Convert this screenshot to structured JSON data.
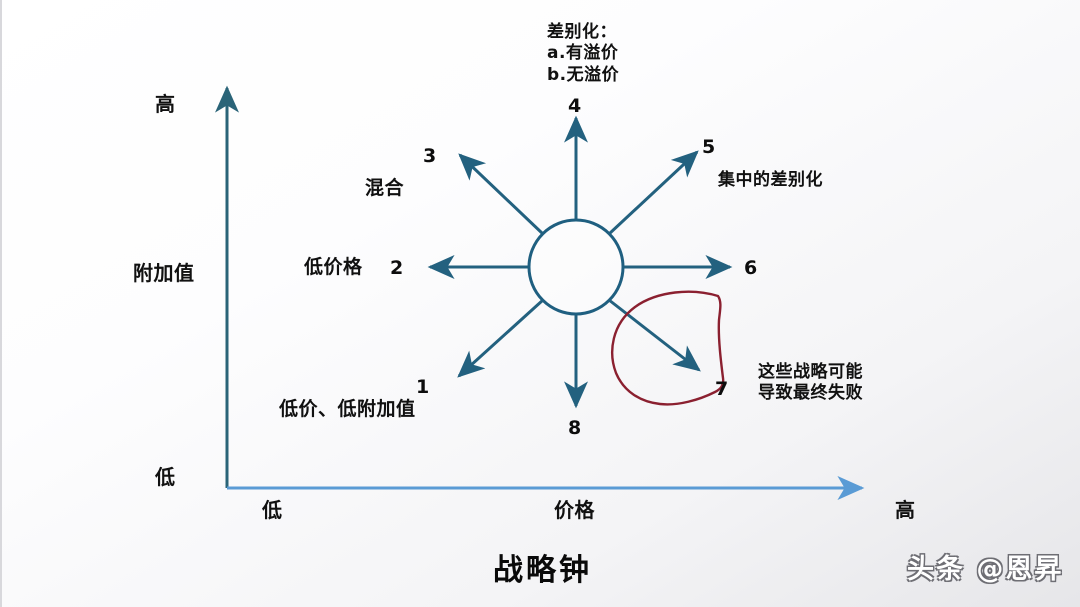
{
  "chart_data": {
    "type": "scatter",
    "title": "战略钟",
    "xlabel": "价格",
    "ylabel": "附加值",
    "x_axis_low_label": "低",
    "x_axis_high_label": "高",
    "y_axis_low_label": "低",
    "y_axis_high_label": "高",
    "grid": false,
    "legend": "none",
    "description": "Bowman 战略钟：八条由中心圆向外发散的箭头，分别代表 8 种竞争战略定位",
    "center_node": {
      "label": "",
      "shape": "circle"
    },
    "series": [
      {
        "name": "战略方向",
        "points": [
          {
            "id": "1",
            "number": "1",
            "direction": "down-left",
            "label": "低价、低附加值"
          },
          {
            "id": "2",
            "number": "2",
            "direction": "left",
            "label": "低价格"
          },
          {
            "id": "3",
            "number": "3",
            "direction": "up-left",
            "label": "混合"
          },
          {
            "id": "4",
            "number": "4",
            "direction": "up",
            "label": "差别化：\na.有溢价\nb.无溢价"
          },
          {
            "id": "5",
            "number": "5",
            "direction": "up-right",
            "label": "集中的差别化"
          },
          {
            "id": "6",
            "number": "6",
            "direction": "right",
            "label": ""
          },
          {
            "id": "7",
            "number": "7",
            "direction": "down-right",
            "label": ""
          },
          {
            "id": "8",
            "number": "8",
            "direction": "down",
            "label": ""
          }
        ]
      }
    ],
    "annotations": [
      {
        "name": "failure-annotation",
        "text": "这些战略可能\n导致最终失败",
        "marker": "red-hand-drawn-loop",
        "targets": [
          "6",
          "7",
          "8"
        ]
      }
    ],
    "colors": {
      "axis_vertical": "#2a6478",
      "axis_horizontal": "#5a9bd5",
      "spoke_arrow": "#23617f",
      "center_circle_stroke": "#1f5f80",
      "annotation_red": "#8b2030",
      "text": "#111111"
    }
  },
  "labels": {
    "y_high": "高",
    "y_low": "低",
    "y_title": "附加值",
    "x_low": "低",
    "x_high": "高",
    "x_title": "价格",
    "diff_block": "差别化：\na.有溢价\nb.无溢价",
    "hybrid": "混合",
    "low_price": "低价格",
    "focused_diff": "集中的差别化",
    "low_price_low_value": "低价、低附加值",
    "failure_note": "这些战略可能\n导致最终失败"
  },
  "numbers": {
    "n1": "1",
    "n2": "2",
    "n3": "3",
    "n4": "4",
    "n5": "5",
    "n6": "6",
    "n7": "7",
    "n8": "8"
  },
  "title": "战略钟",
  "watermark": "头条 @恩昇"
}
